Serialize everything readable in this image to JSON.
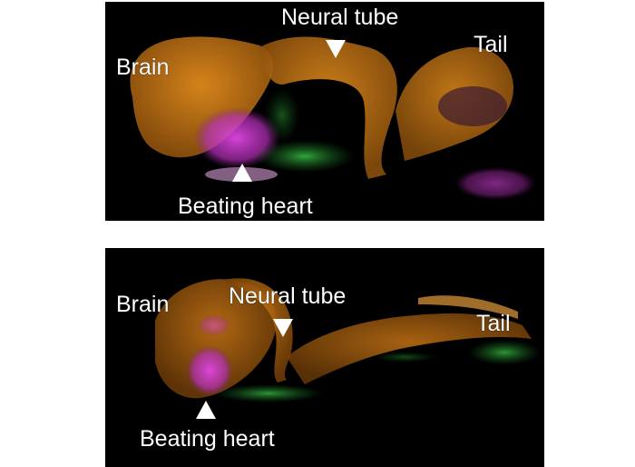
{
  "top_panel": {
    "labels": {
      "brain": "Brain",
      "neural_tube": "Neural tube",
      "tail": "Tail",
      "beating_heart": "Beating heart"
    }
  },
  "bottom_panel": {
    "labels": {
      "brain": "Brain",
      "neural_tube": "Neural tube",
      "tail": "Tail",
      "beating_heart": "Beating heart"
    }
  },
  "colors": {
    "tissue_orange": "#c97a16",
    "heart_magenta": "#d23ad6",
    "signal_green": "#2fa83a",
    "background": "#000000",
    "label": "#ffffff"
  }
}
